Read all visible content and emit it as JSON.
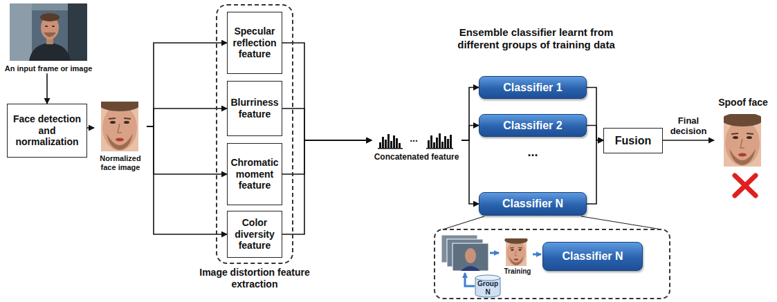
{
  "diagram": {
    "nodes": [
      {
        "text": [
          "An input frame or image"
        ]
      },
      {
        "text": [
          "Face detection and normalization"
        ]
      },
      {
        "text": [
          "Normalized face image"
        ]
      },
      {
        "text": [
          "Image distortion feature extraction"
        ]
      },
      {
        "text": [
          "Specular reflection feature"
        ],
        "in": 3
      },
      {
        "text": [
          "Blurriness feature"
        ],
        "in": 3
      },
      {
        "text": [
          "Chromatic moment feature"
        ],
        "in": 3
      },
      {
        "text": [
          "Color diversity feature"
        ],
        "in": 3
      },
      {
        "text": [
          "Concatenated feature"
        ]
      },
      {
        "text": [
          "Classifier 1"
        ]
      },
      {
        "text": [
          "Classifier 2"
        ]
      },
      {
        "text": [
          "Classifier N"
        ]
      },
      {
        "text": [
          "Classifier N"
        ]
      },
      {
        "text": [
          "Group N"
        ]
      },
      {
        "text": [
          "Fusion"
        ]
      },
      {
        "text": [
          "Spoof face"
        ]
      }
    ],
    "edges": [
      {
        "from": 0,
        "to": 1,
        "arrow": "to"
      },
      {
        "from": 1,
        "to": 2,
        "arrow": "to"
      },
      {
        "from": 2,
        "to": 4,
        "arrow": "to"
      },
      {
        "from": 2,
        "to": 5,
        "arrow": "to"
      },
      {
        "from": 2,
        "to": 6,
        "arrow": "to"
      },
      {
        "from": 2,
        "to": 7,
        "arrow": "to"
      },
      {
        "from": 4,
        "to": 8,
        "arrow": "to"
      },
      {
        "from": 5,
        "to": 8,
        "arrow": "to"
      },
      {
        "from": 6,
        "to": 8,
        "arrow": "to"
      },
      {
        "from": 7,
        "to": 8,
        "arrow": "to"
      },
      {
        "from": 8,
        "to": 9,
        "arrow": "to"
      },
      {
        "from": 8,
        "to": 10,
        "arrow": "to"
      },
      {
        "from": 8,
        "to": 11,
        "arrow": "to"
      },
      {
        "from": 9,
        "to": 14,
        "arrow": "to"
      },
      {
        "from": 10,
        "to": 14,
        "arrow": "to"
      },
      {
        "from": 11,
        "to": 14,
        "arrow": "to"
      },
      {
        "from": 14,
        "to": 15,
        "label": "Final decision",
        "arrow": "to"
      }
    ],
    "labels": [
      "Ensemble classifier learnt from different groups of training data",
      "...",
      "...",
      "Training"
    ]
  }
}
